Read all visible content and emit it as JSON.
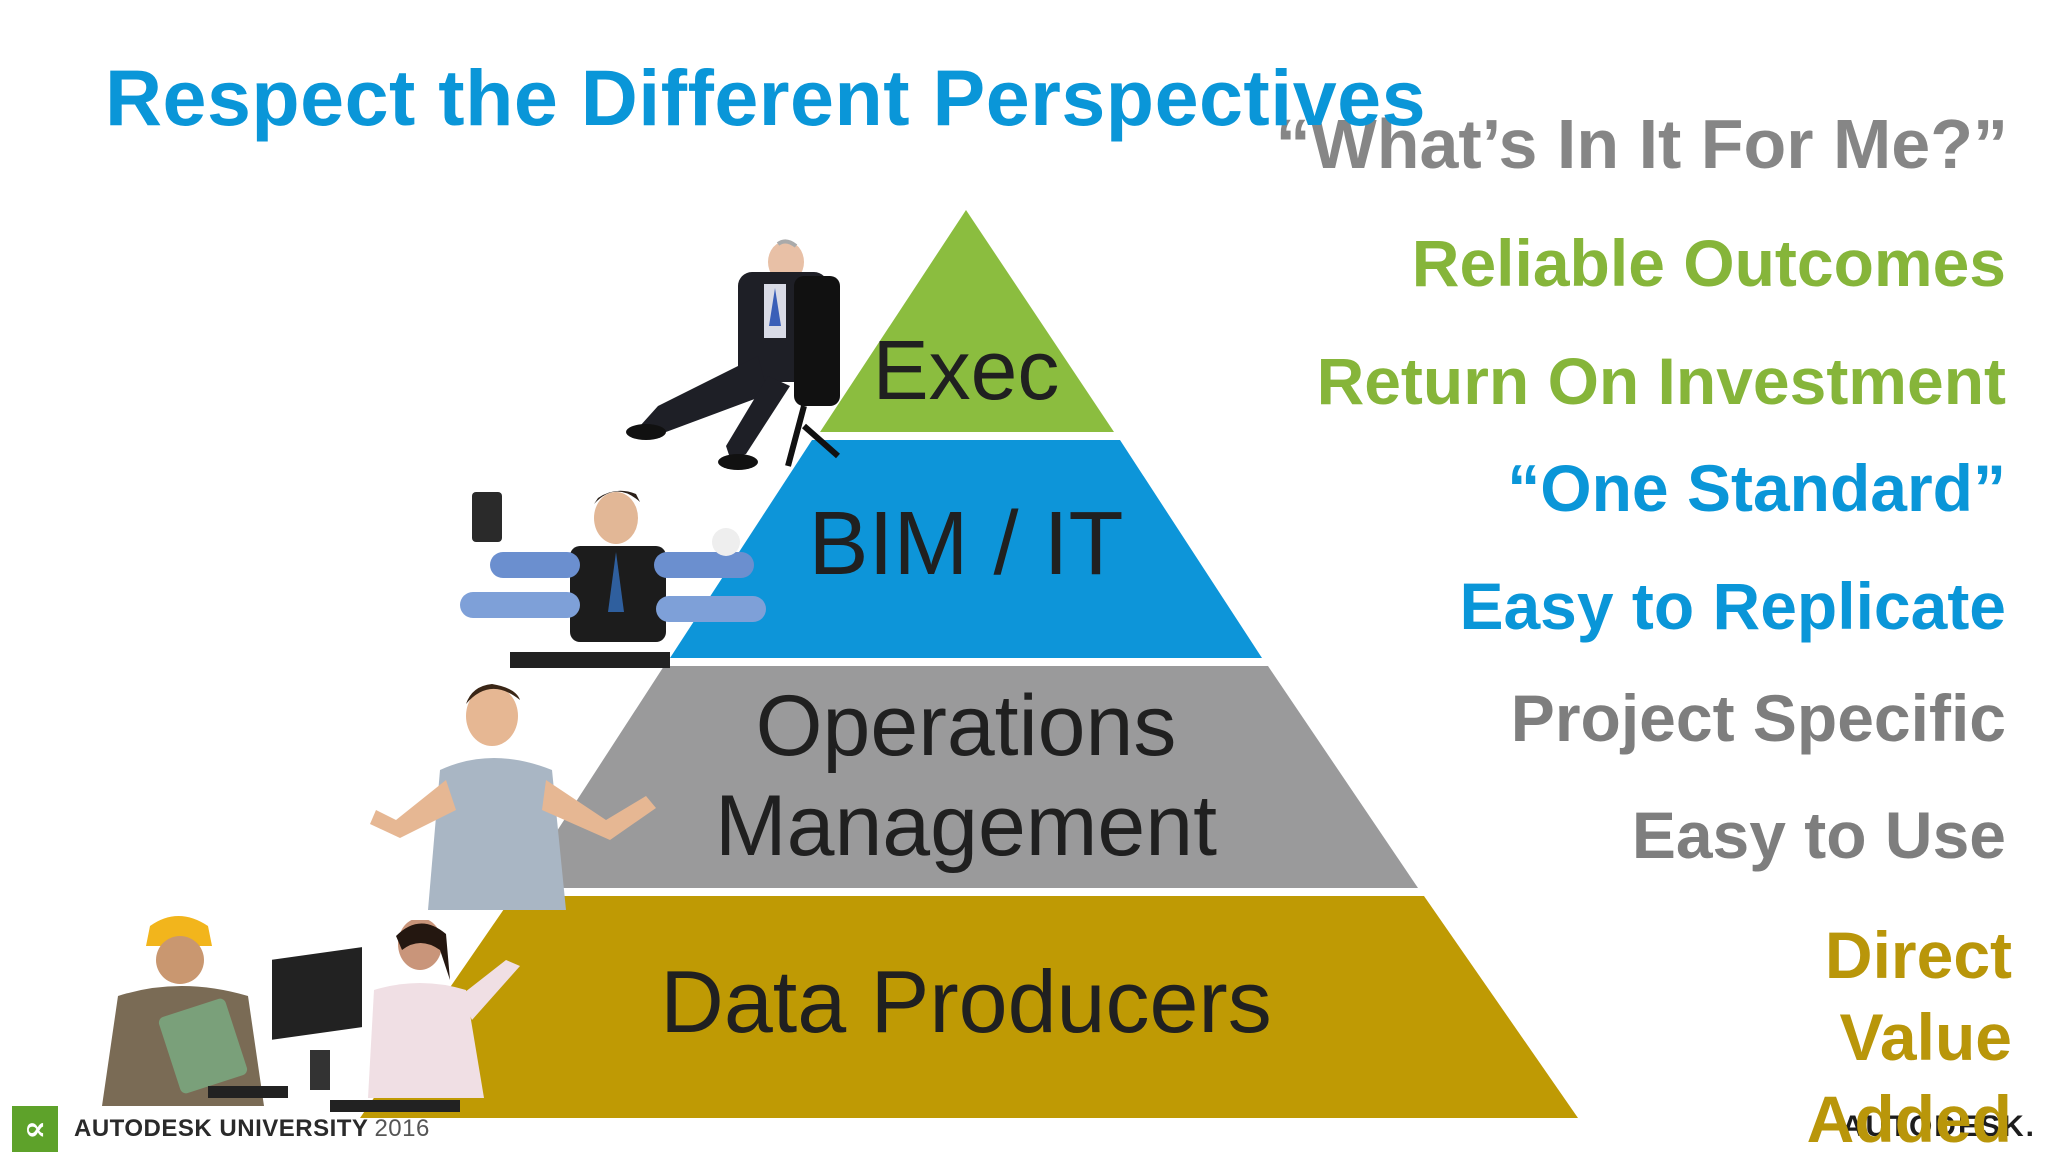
{
  "slide": {
    "title": "Respect the Different Perspectives",
    "wiifm": "“What’s In It For Me?”"
  },
  "pyramid": {
    "tiers": [
      {
        "label": "Exec",
        "color": "#8bbd3f"
      },
      {
        "label": "BIM / IT",
        "color": "#0d95d9"
      },
      {
        "label_line1": "Operations",
        "label_line2": "Management",
        "color": "#9a9a9b"
      },
      {
        "label": "Data Producers",
        "color": "#bf9a04"
      }
    ]
  },
  "perspectives": {
    "exec": [
      "Reliable Outcomes",
      "Return On Investment"
    ],
    "bim": [
      "“One Standard”",
      "Easy to Replicate"
    ],
    "ops": [
      "Project Specific",
      "Easy to Use"
    ],
    "producers": [
      "Direct",
      "Value",
      "Added"
    ]
  },
  "footer": {
    "au_mark": "∝",
    "event": "AUTODESK UNIVERSITY",
    "year": "2016",
    "brand": "AUTODESK."
  },
  "colors": {
    "title": "#0a96d8",
    "green": "#86b53a",
    "blue": "#0a96d8",
    "gray": "#7e7e7e",
    "gold": "#b9960a"
  },
  "icons": [
    "businessman-in-chair-image",
    "stressed-multitasker-image",
    "shrugging-man-image",
    "construction-worker-with-tablet-image",
    "office-worker-at-computer-image",
    "au-logo-icon"
  ]
}
